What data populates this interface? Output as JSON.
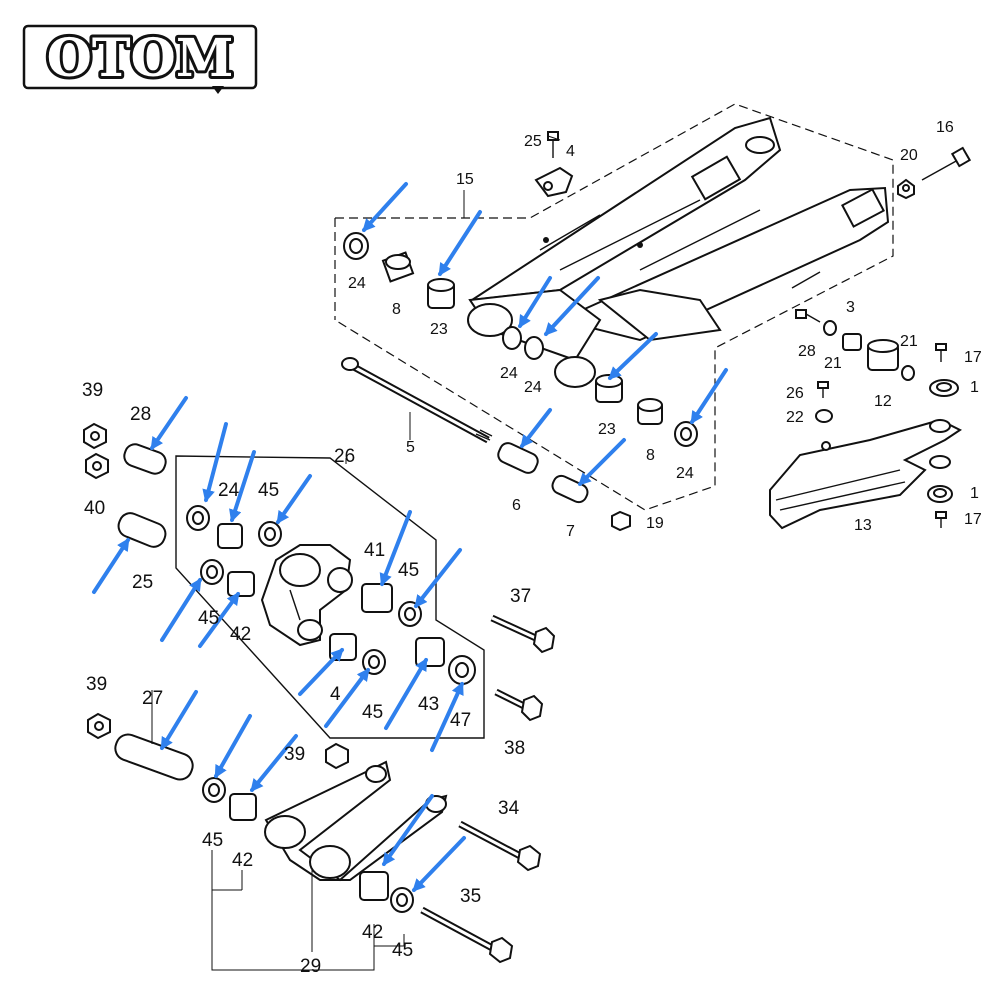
{
  "brand": {
    "logo_text": "OTOM"
  },
  "colors": {
    "line": "#111111",
    "arrow": "#2f80ed",
    "background": "#ffffff"
  },
  "callouts": {
    "c25a": "25",
    "c4": "4",
    "c15": "15",
    "c16": "16",
    "c20": "20",
    "c24a": "24",
    "c8a": "8",
    "c23a": "23",
    "c24b": "24",
    "c24c": "24",
    "c3": "3",
    "c21a": "21",
    "c21b": "21",
    "c28a": "28",
    "c17a": "17",
    "c1a": "1",
    "c12": "12",
    "c26a": "26",
    "c22": "22",
    "c5": "5",
    "c6": "6",
    "c7": "7",
    "c19": "19",
    "c23b": "23",
    "c8b": "8",
    "c24d": "24",
    "c13": "13",
    "c1b": "1",
    "c17b": "17",
    "c39a": "39",
    "c28b": "28",
    "c40": "40",
    "c25b": "25",
    "c26b": "26",
    "c41": "41",
    "c24e": "24",
    "c45a": "45",
    "c45b": "45",
    "c42a": "42",
    "c45c": "45",
    "c37": "37",
    "c39b": "39",
    "c27": "27",
    "c43": "43",
    "c45d": "45",
    "c47": "47",
    "c38": "38",
    "c39c": "39",
    "c34": "34",
    "c45e": "45",
    "c42b": "42",
    "c35": "35",
    "c42c": "42",
    "c45f": "45",
    "c29": "29",
    "c4x": "4"
  }
}
